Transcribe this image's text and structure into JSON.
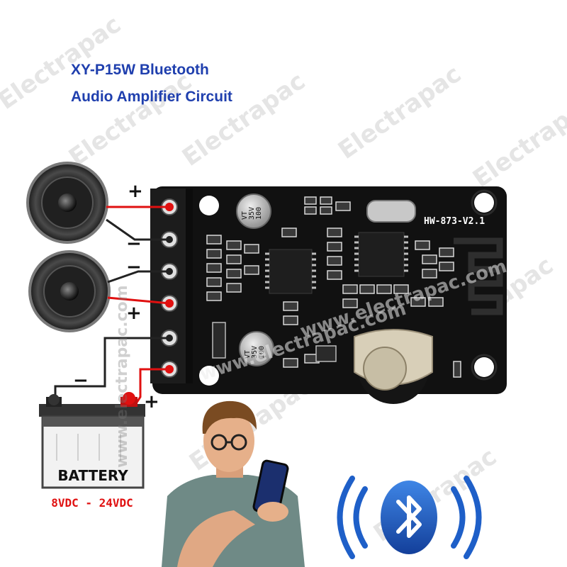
{
  "title_line1": "XY-P15W Bluetooth",
  "title_line2": "Audio Amplifier Circuit",
  "board_label": "HW-873-V2.1",
  "capacitor_label": [
    "100",
    "35V",
    "VT"
  ],
  "polarity_plus": "+",
  "polarity_minus": "−",
  "battery_label": "BATTERY",
  "battery_voltage": "8VDC - 24VDC",
  "watermark": "Electrapac",
  "watermark_url": "www.electrapac.com",
  "colors": {
    "title": "#1f3fae",
    "board": "#111111",
    "wire_red": "#e01010",
    "wire_black": "#222222",
    "bluetooth": "#1e5fc8"
  }
}
